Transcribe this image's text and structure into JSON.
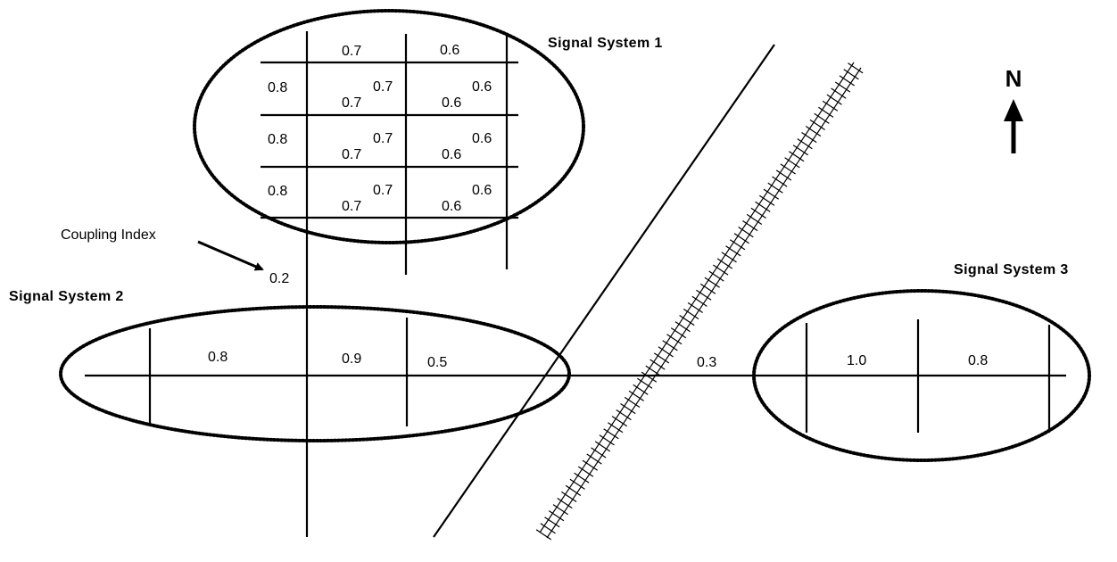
{
  "systems": {
    "s1": "Signal System 1",
    "s2": "Signal System 2",
    "s3": "Signal System 3"
  },
  "north": "N",
  "coupling": {
    "label": "Coupling Index",
    "value": "0.2"
  },
  "grid": {
    "top": [
      "0.7",
      "0.6"
    ],
    "left": [
      "0.8",
      "0.8",
      "0.8"
    ],
    "left_bottom": [
      "0.7",
      "0.7",
      "0.7"
    ],
    "left_right": [
      "0.7",
      "0.7",
      "0.7"
    ],
    "right_bottom": [
      "0.6",
      "0.6",
      "0.6"
    ],
    "right_right": [
      "0.6",
      "0.6",
      "0.6"
    ]
  },
  "main_road": [
    "0.8",
    "0.9",
    "0.5",
    "0.3",
    "1.0",
    "0.8"
  ]
}
